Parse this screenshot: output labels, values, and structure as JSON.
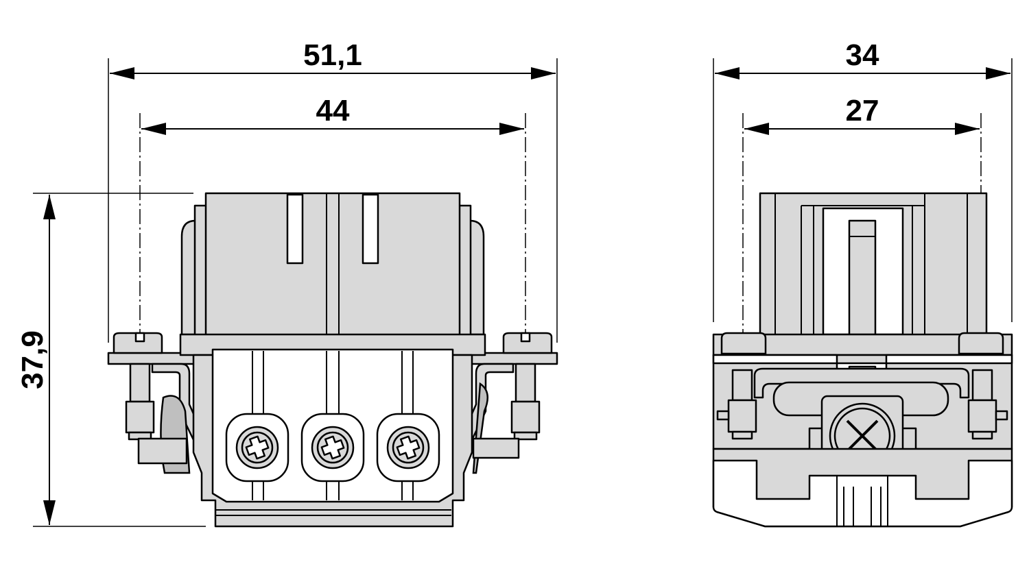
{
  "colors": {
    "part_fill": "#d9d9d9",
    "line": "#000000",
    "background": "#ffffff"
  },
  "front_view": {
    "dim_overall_width": "51,1",
    "dim_mount_width": "44",
    "dim_height": "37,9"
  },
  "side_view": {
    "dim_overall_width": "34",
    "dim_mount_width": "27"
  }
}
